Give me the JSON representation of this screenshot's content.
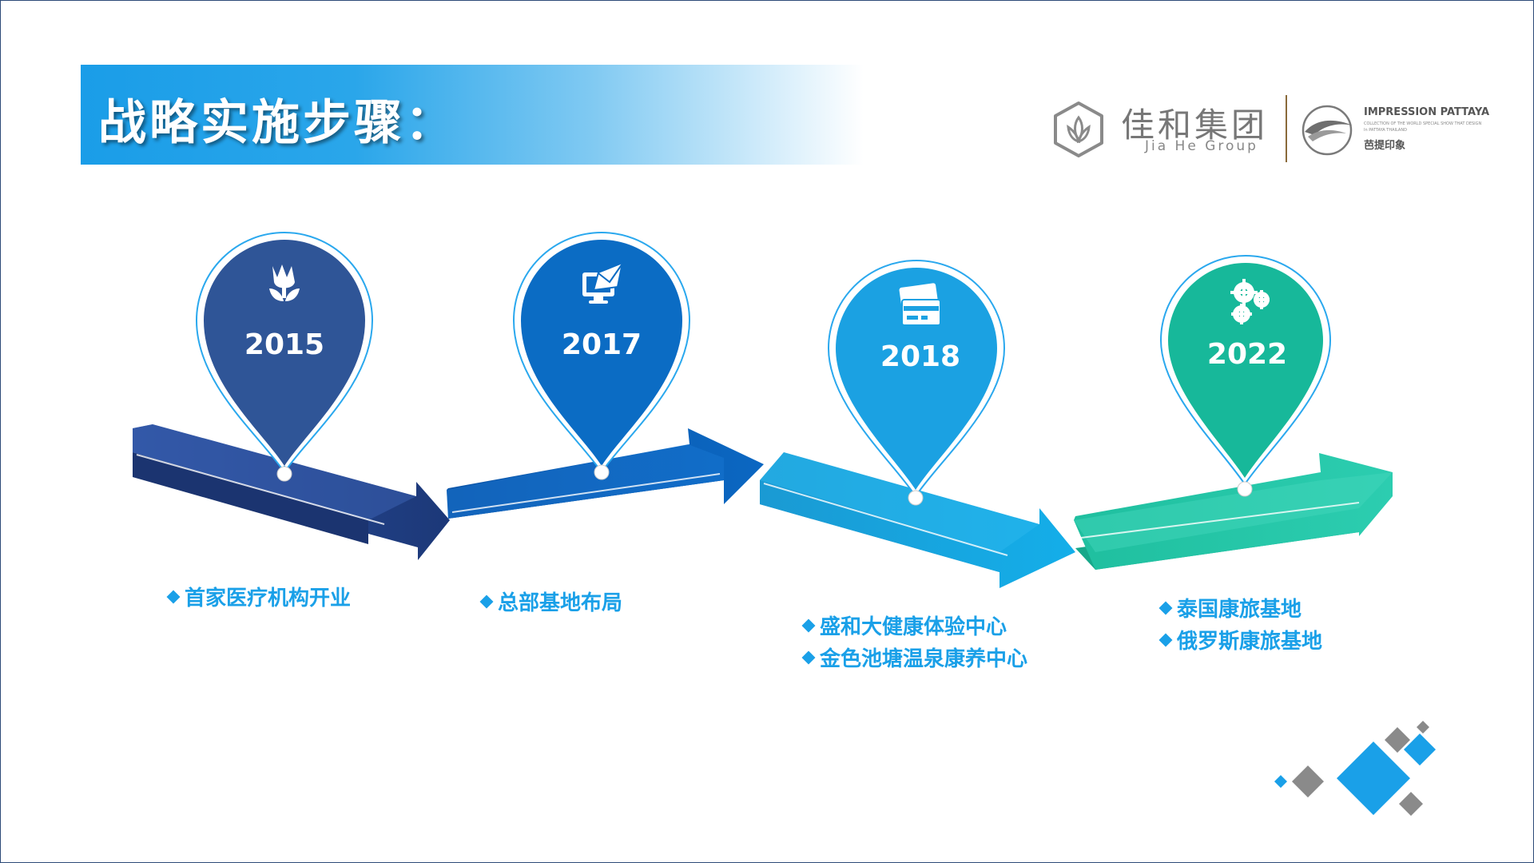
{
  "title": "战略实施步骤：",
  "logos": {
    "jiahe_cn": "佳和集团",
    "jiahe_en": "Jia He Group",
    "impression_title": "IMPRESSION PATTAYA",
    "impression_sub1": "COLLECTION OF THE WORLD SPECIAL SHOW THAT DESIGN",
    "impression_sub2": "In PATTAYA THAILAND",
    "impression_cn": "芭提印象"
  },
  "milestones": [
    {
      "year": "2015",
      "icon": "tulip-icon",
      "color": "#2f5597",
      "items": [
        "首家医疗机构开业"
      ]
    },
    {
      "year": "2017",
      "icon": "computer-mail-icon",
      "color": "#0b6cc4",
      "items": [
        "总部基地布局"
      ]
    },
    {
      "year": "2018",
      "icon": "credit-card-icon",
      "color": "#1ba1e2",
      "items": [
        "盛和大健康体验中心",
        "金色池塘温泉康养中心"
      ]
    },
    {
      "year": "2022",
      "icon": "gears-icon",
      "color": "#17b89a",
      "items": [
        "泰国康旅基地",
        "俄罗斯康旅基地"
      ]
    }
  ],
  "colors": {
    "accent": "#1aa0e8",
    "title_band": "#1a9de8",
    "arrow1": "#1f3f86",
    "arrow2": "#0c5cb5",
    "arrow3": "#129bd8",
    "arrow4": "#25c4a3"
  }
}
